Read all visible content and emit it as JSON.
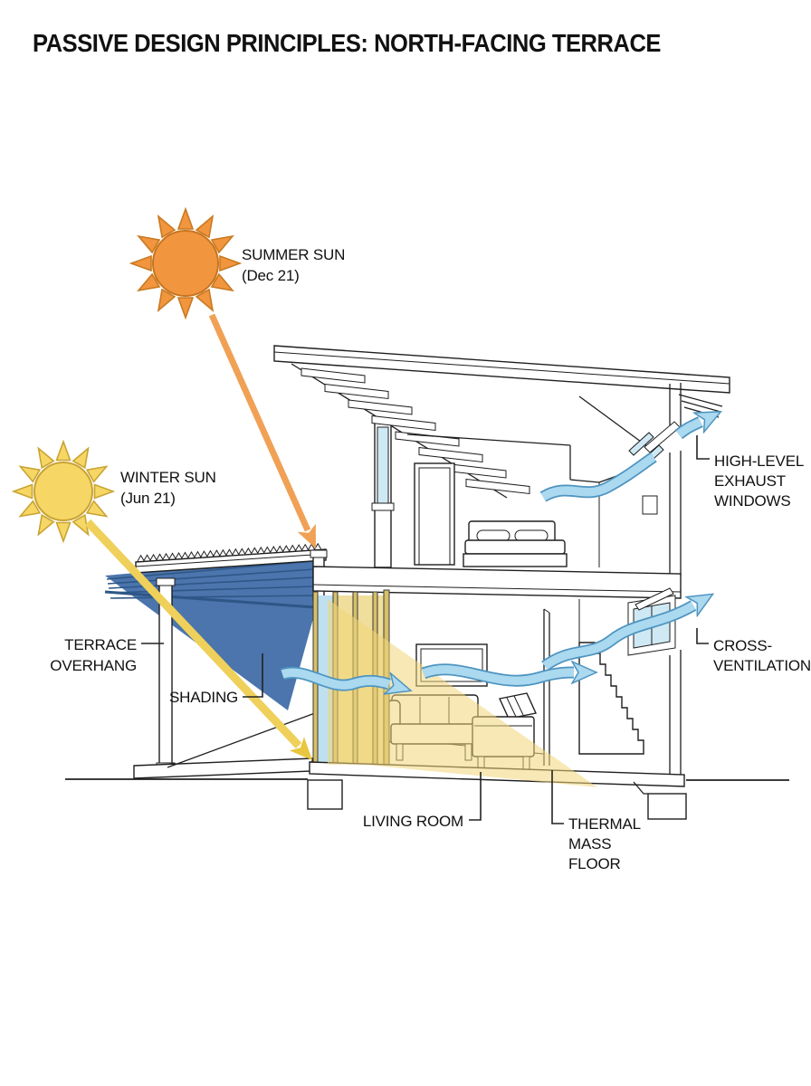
{
  "title": "PASSIVE DESIGN PRINCIPLES: NORTH-FACING TERRACE",
  "suns": {
    "summer": {
      "label_line1": "SUMMER SUN",
      "label_line2": "(Dec 21)"
    },
    "winter": {
      "label_line1": "WINTER SUN",
      "label_line2": "(Jun 21)"
    }
  },
  "annotations": {
    "terrace_overhang": {
      "line1": "TERRACE",
      "line2": "OVERHANG"
    },
    "shading": {
      "line1": "SHADING"
    },
    "living_room": {
      "line1": "LIVING ROOM"
    },
    "thermal_mass_floor": {
      "line1": "THERMAL",
      "line2": "MASS",
      "line3": "FLOOR"
    },
    "high_level_exhaust_windows": {
      "line1": "HIGH-LEVEL",
      "line2": "EXHAUST",
      "line3": "WINDOWS"
    },
    "cross_ventilation": {
      "line1": "CROSS-",
      "line2": "VENTILATION"
    }
  },
  "colors": {
    "summer_sun": "#F2953F",
    "summer_sun_ray_stroke": "#C87A20",
    "summer_arrow": "#F0A155",
    "winter_sun": "#F6D765",
    "winter_sun_ray_stroke": "#C9A433",
    "winter_beam": "#EFD05A",
    "shading_blue": "#4B75AC",
    "airflow_fill": "#ABD9EF",
    "airflow_outline": "#4E94C0",
    "sunlight_wedge": "#F0D678",
    "line_work": "#1F1F1F"
  }
}
